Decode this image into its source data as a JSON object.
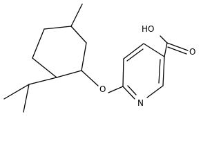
{
  "molecule": {
    "atom_labels": {
      "hydroxyl": "HO",
      "ether_oxygen": "O",
      "carbonyl_oxygen": "O",
      "ring_nitrogen": "N"
    }
  }
}
